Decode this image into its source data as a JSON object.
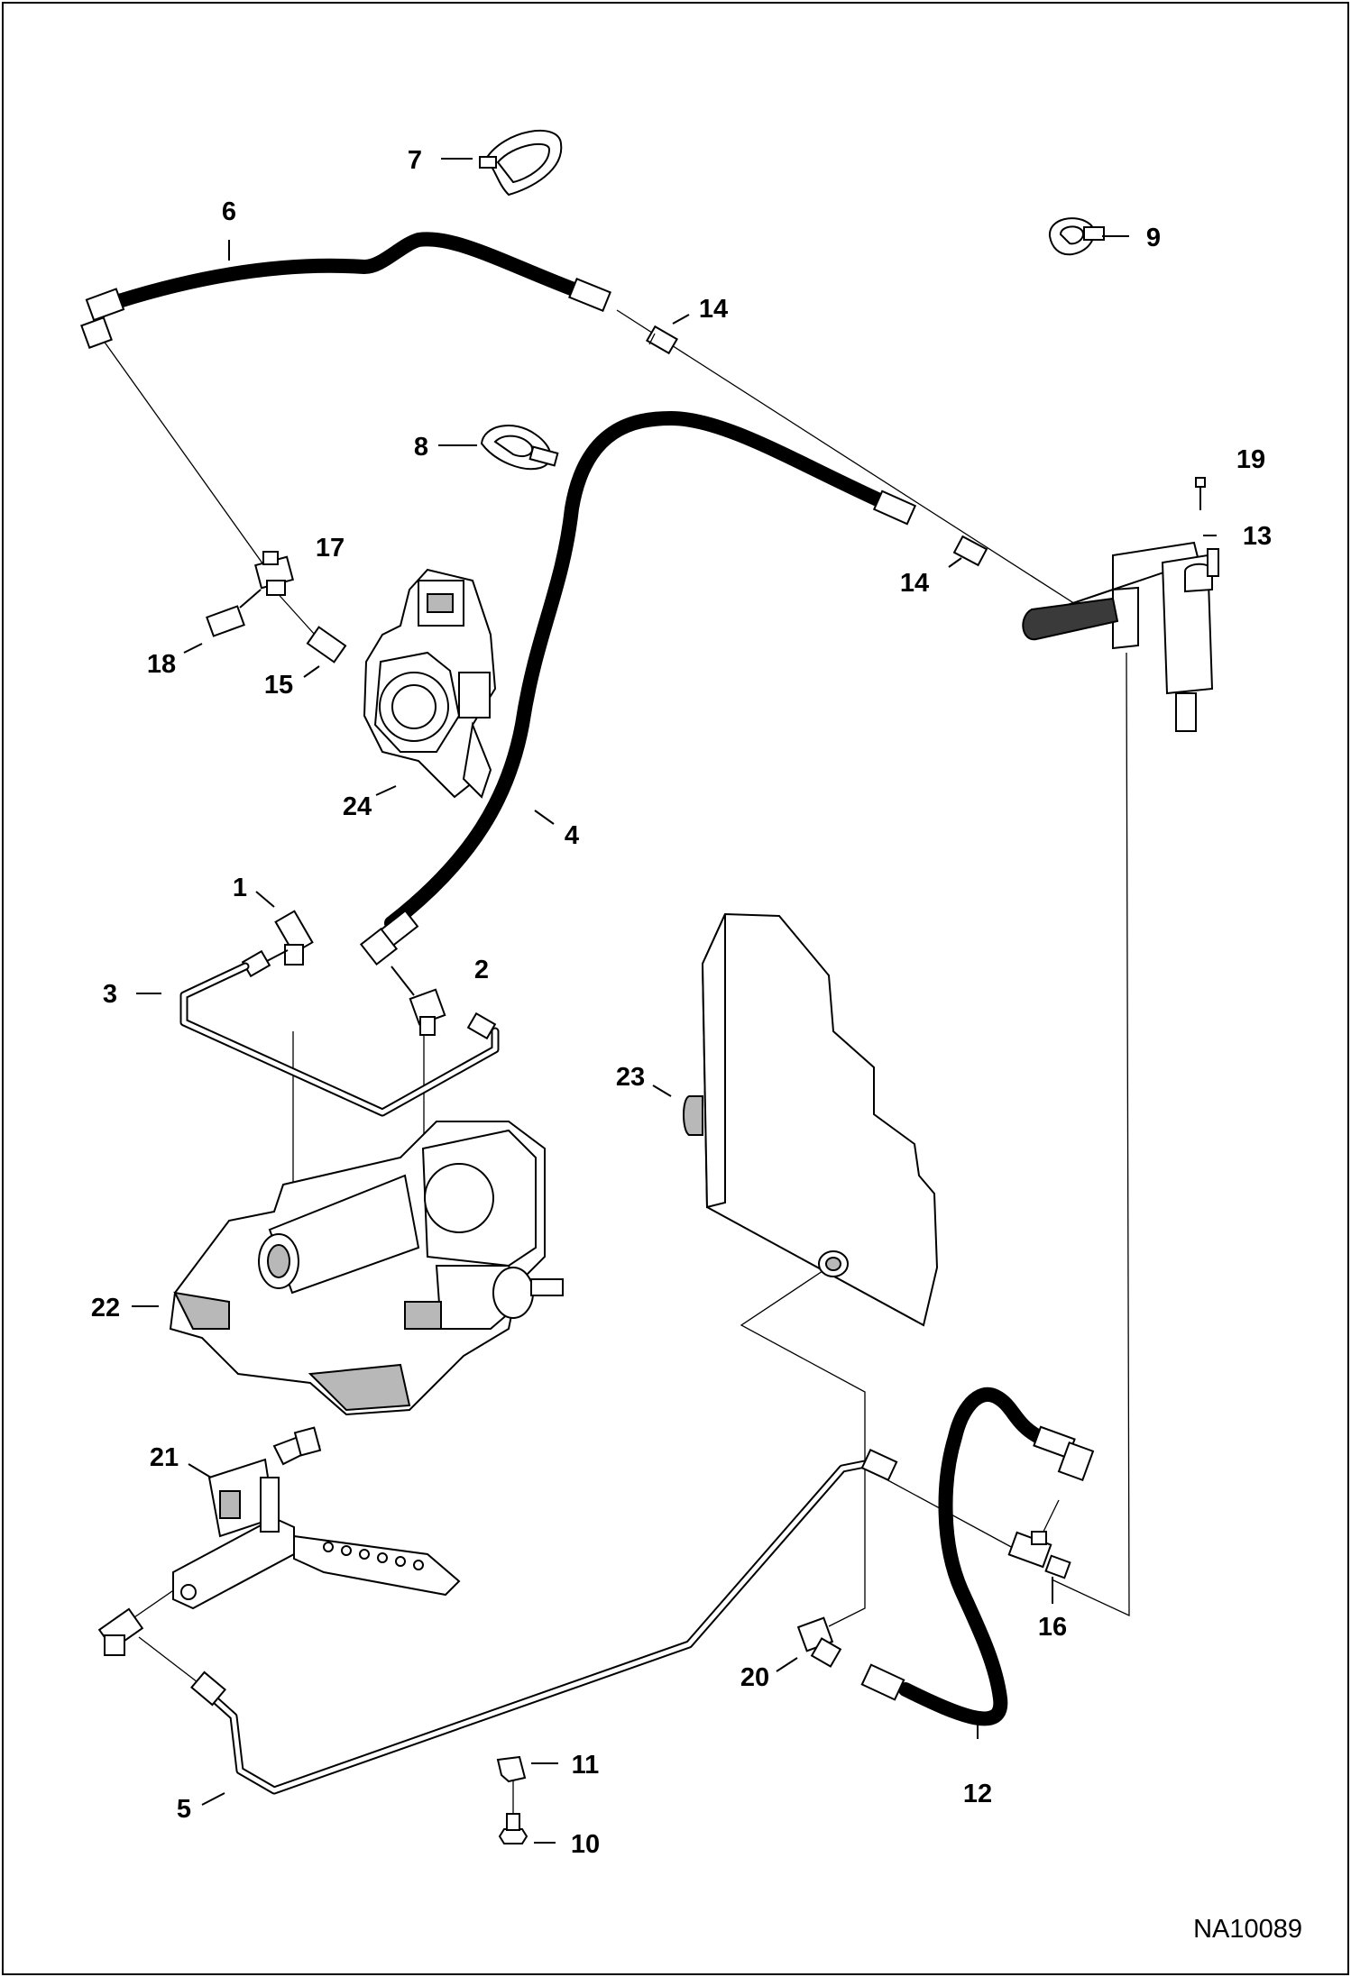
{
  "figure_id": "NA10089",
  "callouts": [
    {
      "id": "c1",
      "label": "1"
    },
    {
      "id": "c2",
      "label": "2"
    },
    {
      "id": "c3",
      "label": "3"
    },
    {
      "id": "c4",
      "label": "4"
    },
    {
      "id": "c5",
      "label": "5"
    },
    {
      "id": "c6",
      "label": "6"
    },
    {
      "id": "c7",
      "label": "7"
    },
    {
      "id": "c8",
      "label": "8"
    },
    {
      "id": "c9",
      "label": "9"
    },
    {
      "id": "c10",
      "label": "10"
    },
    {
      "id": "c11",
      "label": "11"
    },
    {
      "id": "c12",
      "label": "12"
    },
    {
      "id": "c13",
      "label": "13"
    },
    {
      "id": "c14a",
      "label": "14"
    },
    {
      "id": "c14b",
      "label": "14"
    },
    {
      "id": "c15",
      "label": "15"
    },
    {
      "id": "c16",
      "label": "16"
    },
    {
      "id": "c17",
      "label": "17"
    },
    {
      "id": "c18",
      "label": "18"
    },
    {
      "id": "c19",
      "label": "19"
    },
    {
      "id": "c20",
      "label": "20"
    },
    {
      "id": "c21",
      "label": "21"
    },
    {
      "id": "c22",
      "label": "22"
    },
    {
      "id": "c23",
      "label": "23"
    },
    {
      "id": "c24",
      "label": "24"
    }
  ]
}
